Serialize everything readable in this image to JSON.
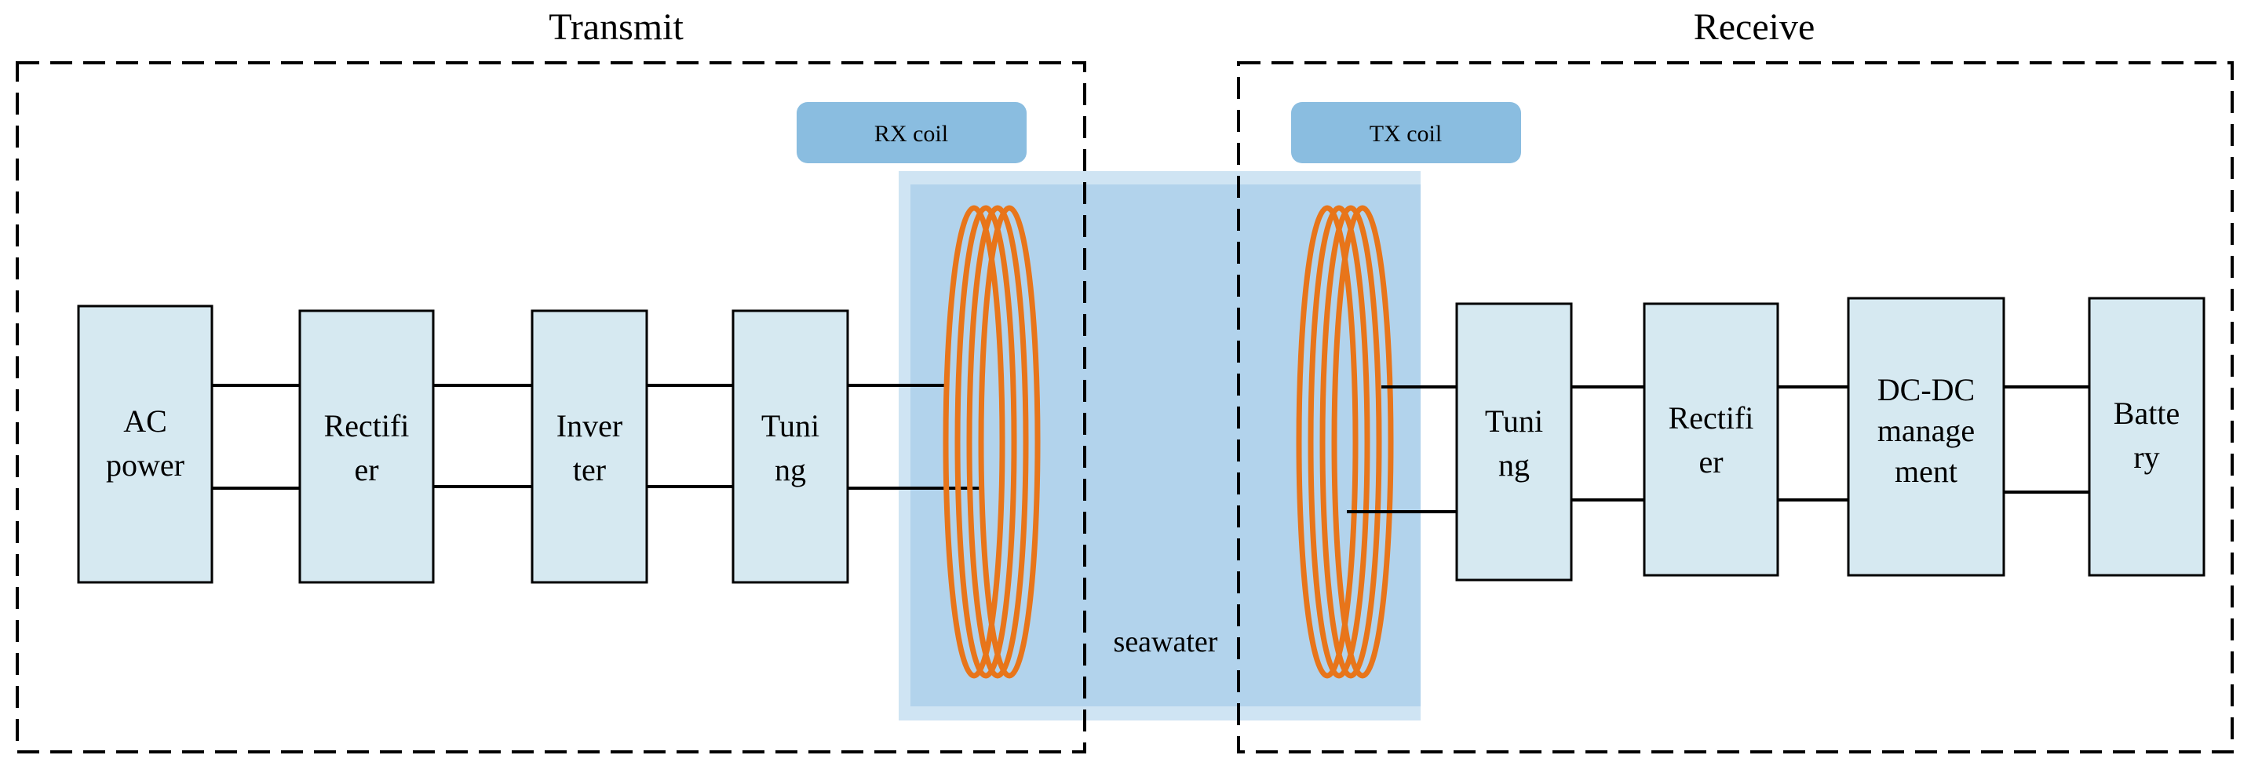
{
  "sections": {
    "transmit_title": "Transmit",
    "receive_title": "Receive"
  },
  "coil_labels": {
    "left": "RX coil",
    "right": "TX coil"
  },
  "medium_label": "seawater",
  "transmit_blocks": [
    {
      "line1": "AC",
      "line2": "power"
    },
    {
      "line1": "Rectifi",
      "line2": "er"
    },
    {
      "line1": "Inver",
      "line2": "ter"
    },
    {
      "line1": "Tuni",
      "line2": "ng"
    }
  ],
  "receive_blocks": [
    {
      "line1": "Tuni",
      "line2": "ng"
    },
    {
      "line1": "Rectifi",
      "line2": "er"
    },
    {
      "line1": "DC-DC",
      "line2": "manage",
      "line3": "ment"
    },
    {
      "line1": "Batte",
      "line2": "ry"
    }
  ],
  "colors": {
    "block_fill": "#d6e9f1",
    "label_fill": "#8abde0",
    "seawater_fill": "#a8cde9",
    "coil_stroke": "#e8751a",
    "border": "#000000"
  }
}
